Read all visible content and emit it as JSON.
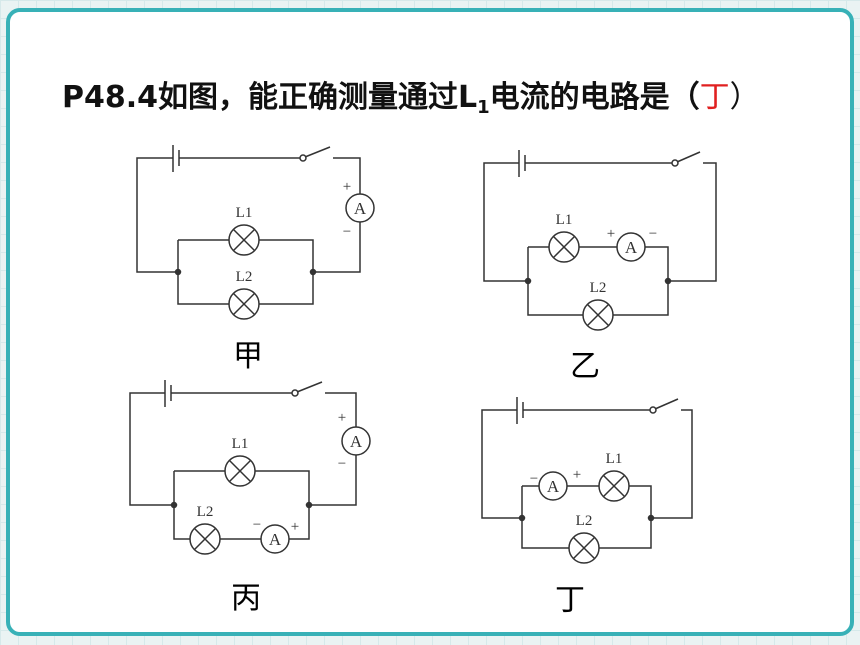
{
  "question": {
    "prefix": "P48.4如图，能正确测量通过L",
    "subscript": "1",
    "suffix": "电流的电路是（",
    "answer": "丁",
    "close": "）"
  },
  "symbols": {
    "lamp1": "L1",
    "lamp2": "L2",
    "ammeter": "A",
    "plus": "+",
    "minus": "−"
  },
  "circuits": [
    {
      "caption": "甲"
    },
    {
      "caption": "乙"
    },
    {
      "caption": "丙"
    },
    {
      "caption": "丁"
    }
  ],
  "colors": {
    "frame": "#38b1b7",
    "answer": "#e02020",
    "wire": "#333333"
  }
}
